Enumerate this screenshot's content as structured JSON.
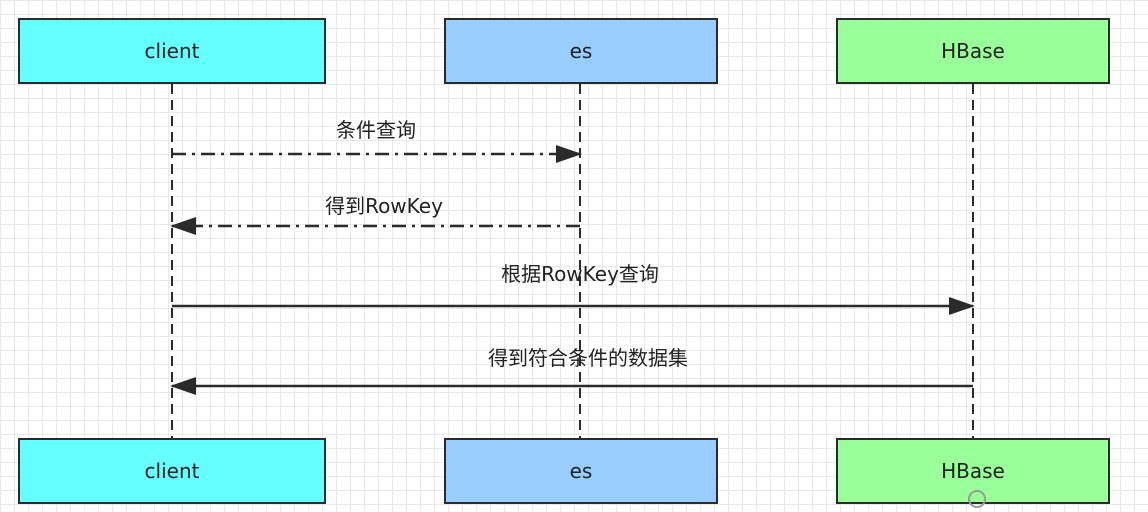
{
  "actors": [
    {
      "id": "client",
      "label": "client",
      "color": "#66ffff"
    },
    {
      "id": "es",
      "label": "es",
      "color": "#99ccff"
    },
    {
      "id": "hbase",
      "label": "HBase",
      "color": "#99ff99"
    }
  ],
  "messages": [
    {
      "from": "client",
      "to": "es",
      "label": "条件查询",
      "line_style": "dash-dot"
    },
    {
      "from": "es",
      "to": "client",
      "label": "得到RowKey",
      "line_style": "dash-dot"
    },
    {
      "from": "client",
      "to": "hbase",
      "label": "根据RowKey查询",
      "line_style": "solid"
    },
    {
      "from": "hbase",
      "to": "client",
      "label": "得到符合条件的数据集",
      "line_style": "solid"
    }
  ],
  "watermark": {
    "icon": "wechat-logo-icon"
  }
}
